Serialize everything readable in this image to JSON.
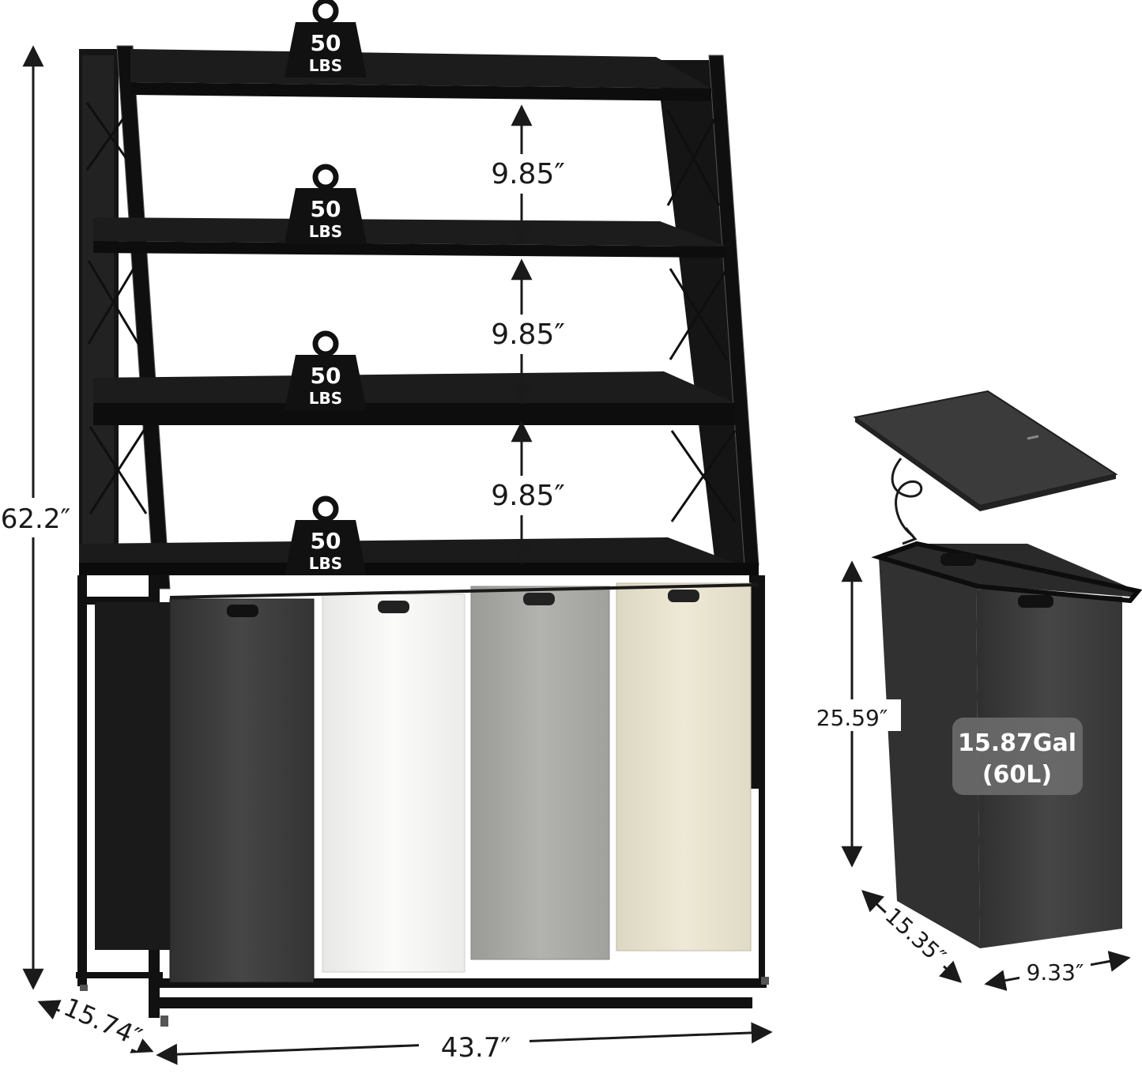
{
  "product": {
    "shelf_weights": [
      {
        "value": "50",
        "unit": "LBS"
      },
      {
        "value": "50",
        "unit": "LBS"
      },
      {
        "value": "50",
        "unit": "LBS"
      },
      {
        "value": "50",
        "unit": "LBS"
      }
    ],
    "shelf_gaps": [
      "9.85″",
      "9.85″",
      "9.85″"
    ],
    "overall_height": "62.2″",
    "overall_width": "43.7″",
    "overall_depth": "15.74″",
    "bag_colors": [
      "#3d3e3d",
      "#f4f4f2",
      "#a9aaa6",
      "#e8e3cf"
    ],
    "frame_color": "#121212"
  },
  "hamper": {
    "height": "25.59″",
    "depth": "15.35″",
    "width": "9.33″",
    "capacity_gal": "15.87Gal",
    "capacity_l": "(60L)",
    "bag_color": "#3b3c3b"
  }
}
